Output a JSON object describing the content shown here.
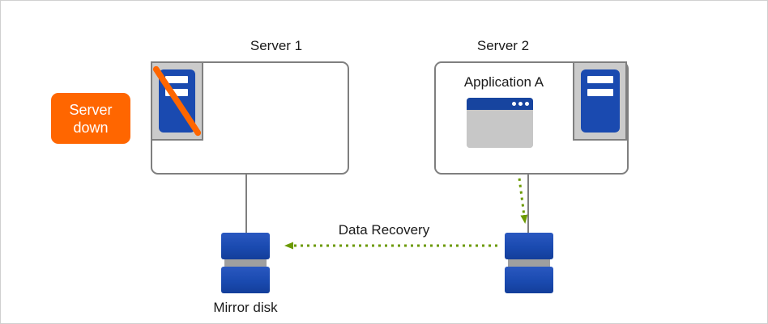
{
  "diagram": {
    "server1": {
      "title": "Server 1",
      "status_badge": {
        "line1": "Server",
        "line2": "down"
      }
    },
    "server2": {
      "title": "Server 2",
      "application_label": "Application A"
    },
    "arrows": {
      "data_recovery_label": "Data Recovery"
    },
    "disks": {
      "mirror_disk_label": "Mirror disk"
    },
    "icons": {
      "server1_icon": "server-tower-with-down-slash",
      "server2_icon": "server-tower",
      "application_icon": "application-window",
      "disk_icon": "mirror-disk-stack"
    },
    "colors": {
      "server_blue": "#1a4ab0",
      "alert_orange": "#ff6600",
      "arrow_green": "#6b9a00",
      "border_gray": "#7f7f7f",
      "icon_bg_gray": "#cbcbcb"
    }
  }
}
